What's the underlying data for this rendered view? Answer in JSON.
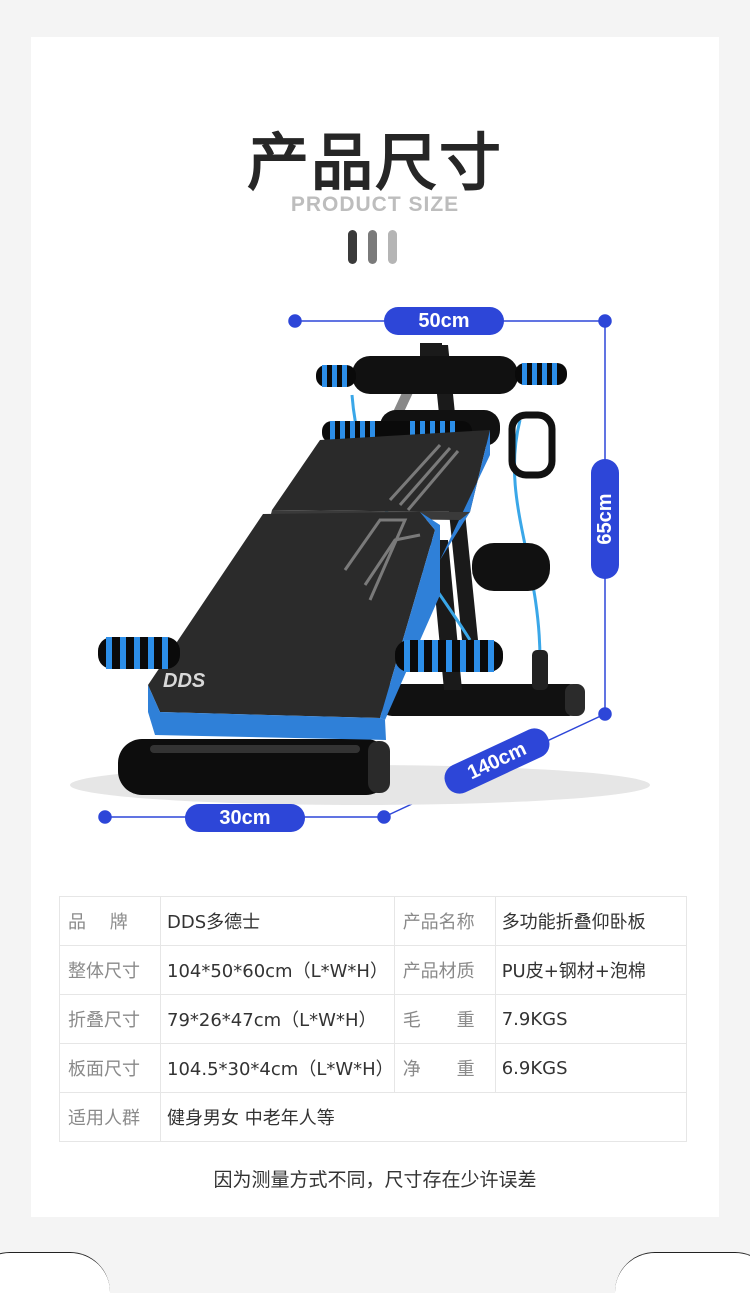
{
  "header": {
    "title": "产品尺寸",
    "subtitle": "PRODUCT SIZE"
  },
  "decor_bar_colors": [
    "#3a3a3a",
    "#7a7a7a",
    "#b5b5b5"
  ],
  "accent_color": "#2d46d8",
  "dimensions": {
    "width": "50cm",
    "height": "65cm",
    "length": "140cm",
    "seat": "30cm"
  },
  "product_logo": "DDS",
  "specs": {
    "rows": [
      {
        "label1": "品　 牌",
        "value1": "DDS多德士",
        "label2": "产品名称",
        "value2": "多功能折叠仰卧板"
      },
      {
        "label1": "整体尺寸",
        "value1": "104*50*60cm（L*W*H）",
        "label2": "产品材质",
        "value2": "PU皮+钢材+泡棉"
      },
      {
        "label1": "折叠尺寸",
        "value1": "79*26*47cm（L*W*H）",
        "label2": "毛　　重",
        "value2": "7.9KGS"
      },
      {
        "label1": "板面尺寸",
        "value1": "104.5*30*4cm（L*W*H）",
        "label2": "净　　重",
        "value2": "6.9KGS"
      }
    ],
    "last_row": {
      "label": "适用人群",
      "value": "健身男女 中老年人等"
    }
  },
  "note": "因为测量方式不同，尺寸存在少许误差"
}
